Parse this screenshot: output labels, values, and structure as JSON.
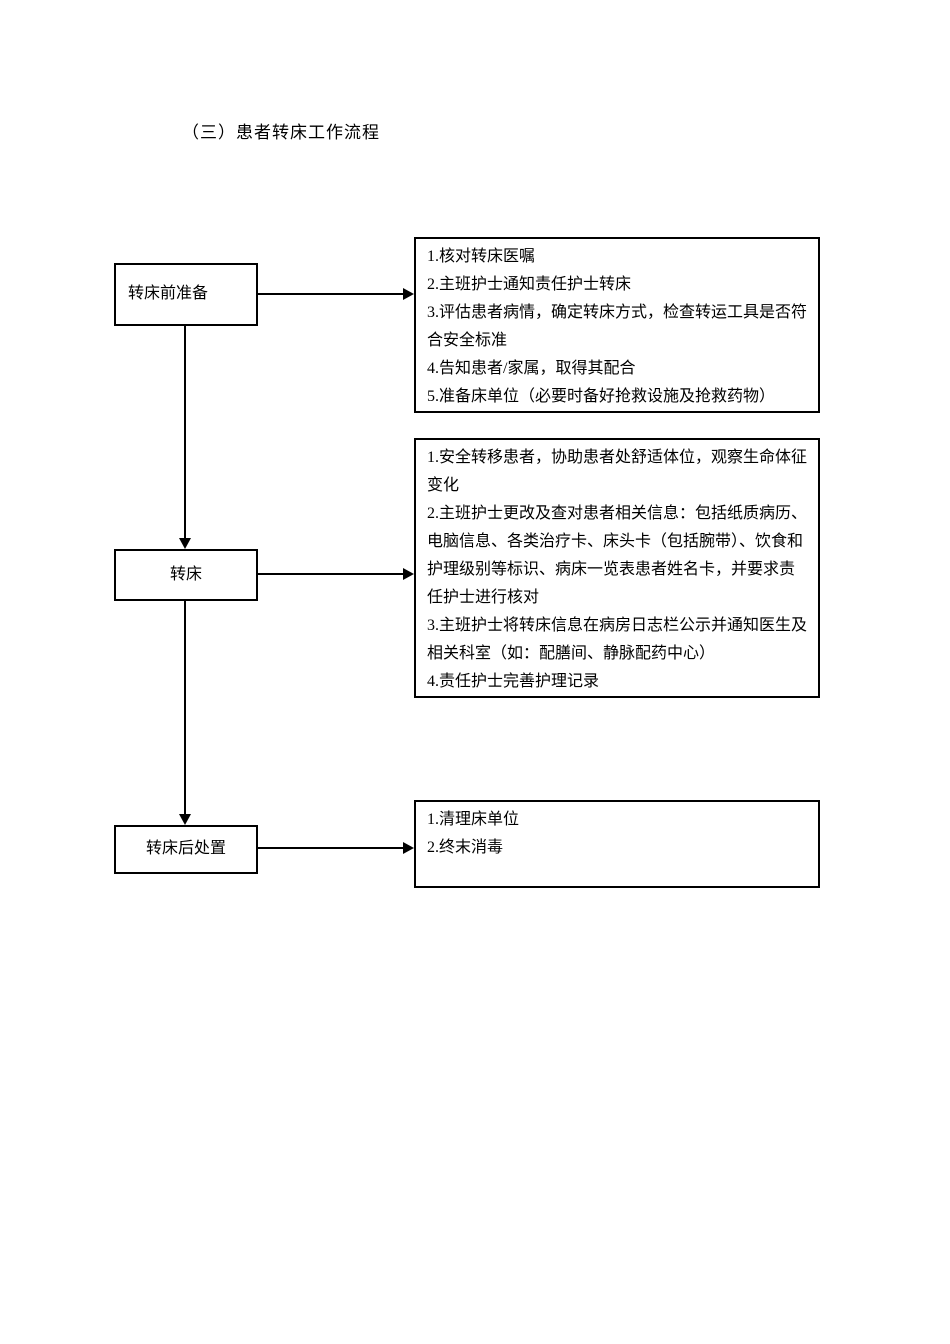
{
  "page": {
    "title": "（三）患者转床工作流程"
  },
  "colors": {
    "ink": "#000000",
    "background": "#ffffff"
  },
  "flowchart": {
    "steps": [
      {
        "label": "转床前准备",
        "details": [
          "1.核对转床医嘱",
          "2.主班护士通知责任护士转床",
          "3.评估患者病情，确定转床方式，检查转运工具是否符合安全标准",
          "4.告知患者/家属，取得其配合",
          "5.准备床单位（必要时备好抢救设施及抢救药物）"
        ]
      },
      {
        "label": "转床",
        "details": [
          "1.安全转移患者，协助患者处舒适体位，观察生命体征变化",
          "2.主班护士更改及查对患者相关信息：包括纸质病历、电脑信息、各类治疗卡、床头卡（包括腕带）、饮食和护理级别等标识、病床一览表患者姓名卡，并要求责任护士进行核对",
          "3.主班护士将转床信息在病房日志栏公示并通知医生及相关科室（如：配膳间、静脉配药中心）",
          "4.责任护士完善护理记录"
        ]
      },
      {
        "label": "转床后处置",
        "details": [
          "1.清理床单位",
          "2.终末消毒"
        ]
      }
    ]
  }
}
